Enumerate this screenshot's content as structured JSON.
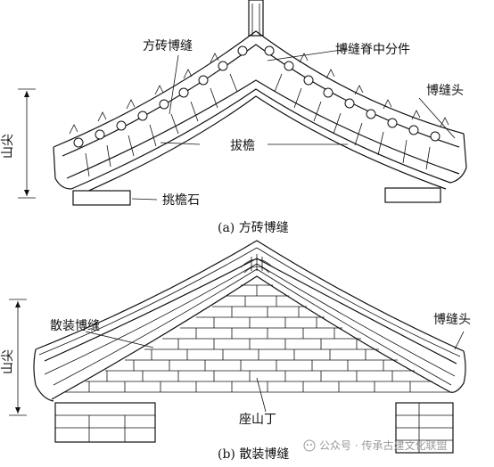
{
  "figure_a": {
    "labels": {
      "fangzhuan_bofeng": "方砖博缝",
      "bofeng_jizhong_fenjian": "博缝脊中分件",
      "bofeng_tou": "博缝头",
      "bayan": "拔檐",
      "tiaoyan_shi": "挑檐石",
      "shanjian": "山尖"
    },
    "caption": "(a) 方砖博缝"
  },
  "figure_b": {
    "labels": {
      "sanzhuang_bofeng": "散装博缝",
      "bofeng_tou": "博缝头",
      "shanjian": "山尖",
      "zuoshanding": "座山丁"
    },
    "caption": "(b) 散装博缝"
  },
  "watermark": "公众号 · 传承古建文化联盟"
}
